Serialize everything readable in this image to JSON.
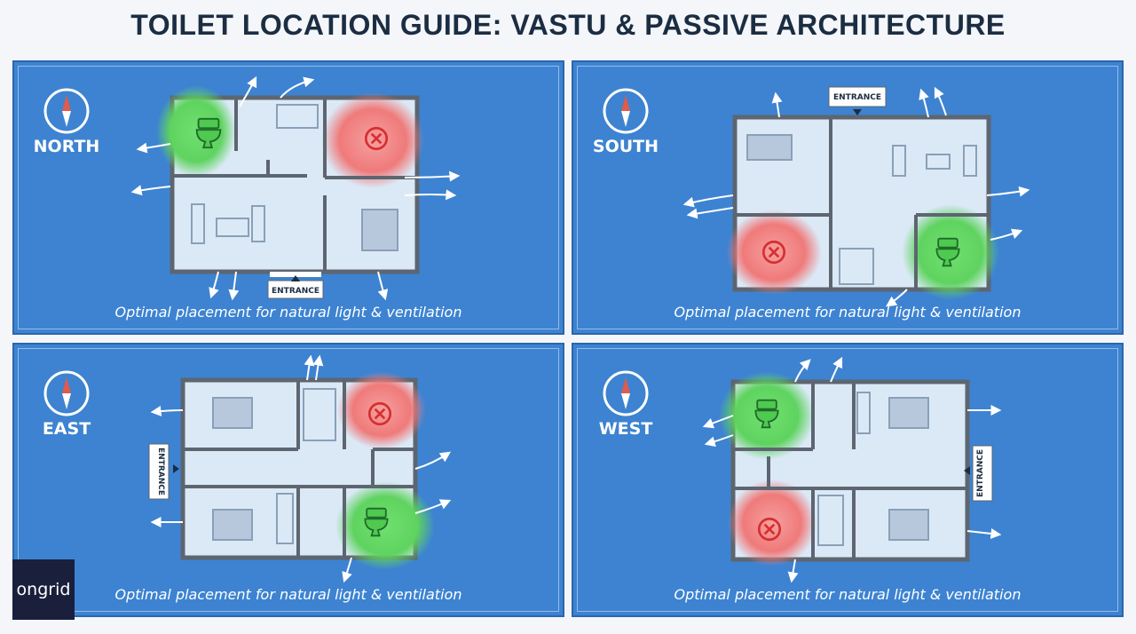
{
  "title": "TOILET LOCATION GUIDE: VASTU & PASSIVE ARCHITECTURE",
  "entrance_label": "ENTRANCE",
  "panels": [
    {
      "direction": "NORTH",
      "caption": "Optimal placement for natural light & ventilation"
    },
    {
      "direction": "SOUTH",
      "caption": "Optimal placement for natural light & ventilation"
    },
    {
      "direction": "EAST",
      "caption": "Optimal placement for natural light & ventilation"
    },
    {
      "direction": "WEST",
      "caption": "Optimal placement for natural light & ventilation"
    }
  ],
  "logo": {
    "text": "ongrid"
  },
  "icons": [
    "compass-icon",
    "toilet-icon",
    "cross-circle-icon",
    "airflow-arrow-icon",
    "entrance-arrow-icon"
  ],
  "colors": {
    "panel_blue": "#3d83d1",
    "plan_floor": "#dbe9f7",
    "wall": "#5d6670",
    "optimal_zone": "#5fd35f",
    "avoid_zone": "#f07a7a",
    "title": "#1b2d42",
    "logo_bg": "#1a1f3c"
  }
}
